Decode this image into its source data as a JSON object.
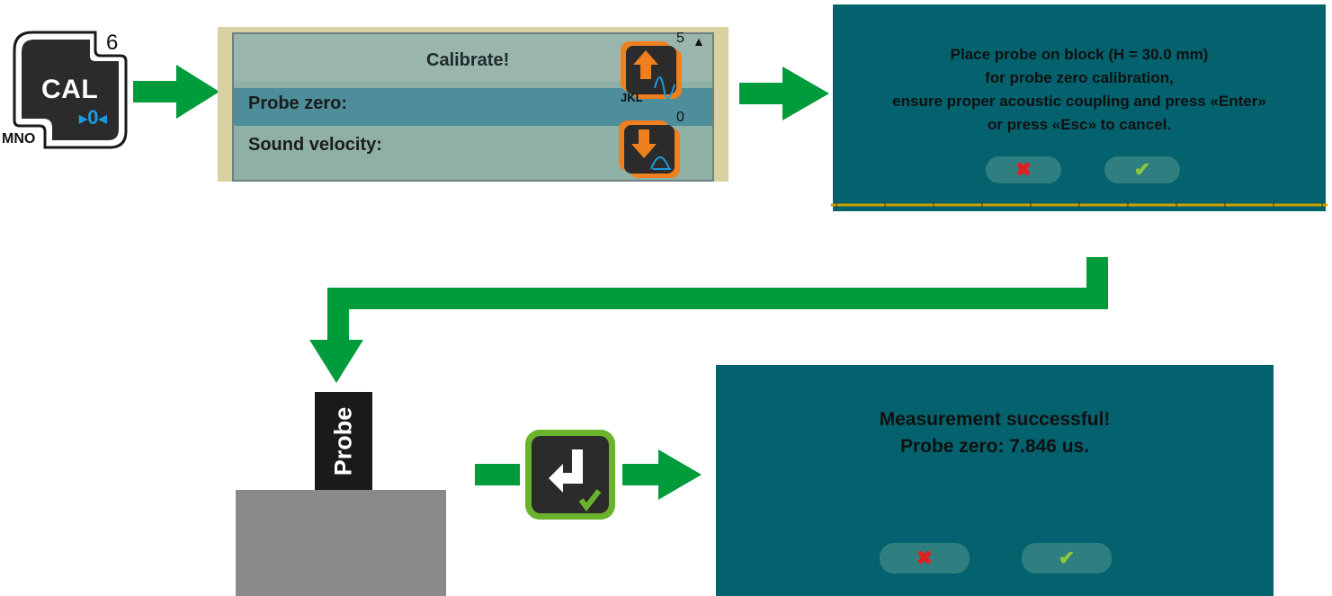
{
  "cal_key": {
    "label": "CAL",
    "number": "6",
    "letters": "MNO",
    "icon": "zero-calibration-icon"
  },
  "calibrate_menu": {
    "title": "Calibrate!",
    "items": [
      {
        "label": "Probe zero:"
      },
      {
        "label": "Sound velocity:"
      }
    ],
    "up_key": {
      "number": "5",
      "letters": "JKL",
      "icon": "arrow-up-waveform-icon",
      "indicator": "▲"
    },
    "down_key": {
      "number": "0",
      "icon": "arrow-down-bell-curve-icon"
    }
  },
  "dialog_prompt": {
    "lines": [
      "Place probe on block (H = 30.0 mm)",
      "for probe zero calibration,",
      "ensure proper acoustic coupling and press «Enter»",
      "or press «Esc» to cancel."
    ],
    "cancel_icon": "close-icon",
    "ok_icon": "check-icon"
  },
  "probe": {
    "label": "Probe"
  },
  "enter_key": {
    "icon": "enter-check-icon"
  },
  "dialog_result": {
    "lines": [
      "Measurement successful!",
      "Probe zero: 7.846 us."
    ],
    "cancel_icon": "close-icon",
    "ok_icon": "check-icon"
  },
  "colors": {
    "arrow_green": "#009b3a",
    "dialog_teal": "#04626f",
    "key_orange": "#f07f1e",
    "key_green": "#6ab42d",
    "icon_blue": "#1a9be0",
    "cancel_red": "#e02020",
    "ok_green": "#8cc63f"
  }
}
